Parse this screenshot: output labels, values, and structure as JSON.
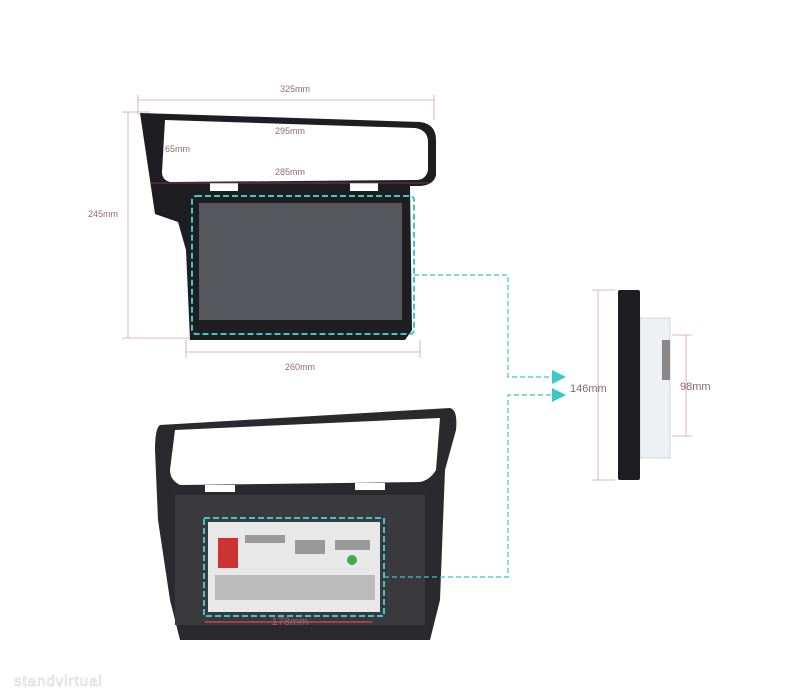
{
  "dimensions": {
    "overall_width": "325mm",
    "upper_opening_width": "295mm",
    "upper_opening_height": "65mm",
    "lower_edge_width": "285mm",
    "overall_height": "245mm",
    "bottom_width": "260mm",
    "side_height": "146mm",
    "side_body_height": "98mm",
    "rear_box_width": "178mm"
  },
  "watermark": "standvirtual",
  "colors": {
    "dimension_line": "#d9a0a0",
    "guide_dashed": "#3cc8c8",
    "frame": "#1e1e22",
    "screen": "#55575c"
  }
}
